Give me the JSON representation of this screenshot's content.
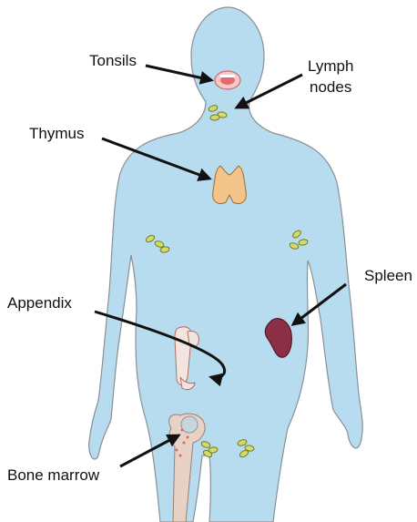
{
  "labels": {
    "tonsils": "Tonsils",
    "lymph_line1": "Lymph",
    "lymph_line2": "nodes",
    "thymus": "Thymus",
    "spleen": "Spleen",
    "appendix": "Appendix",
    "bone_marrow": "Bone marrow"
  },
  "colors": {
    "body_fill": "#b7dcf0",
    "body_stroke": "#8a8f94",
    "node_fill": "#d4d96a",
    "node_stroke": "#6e7a2a",
    "thymus_fill": "#f2c48a",
    "spleen_fill": "#8c2e45",
    "intestine_fill": "#f3e4e0",
    "bone_fill": "#e7d2c5",
    "arrow": "#111111"
  }
}
